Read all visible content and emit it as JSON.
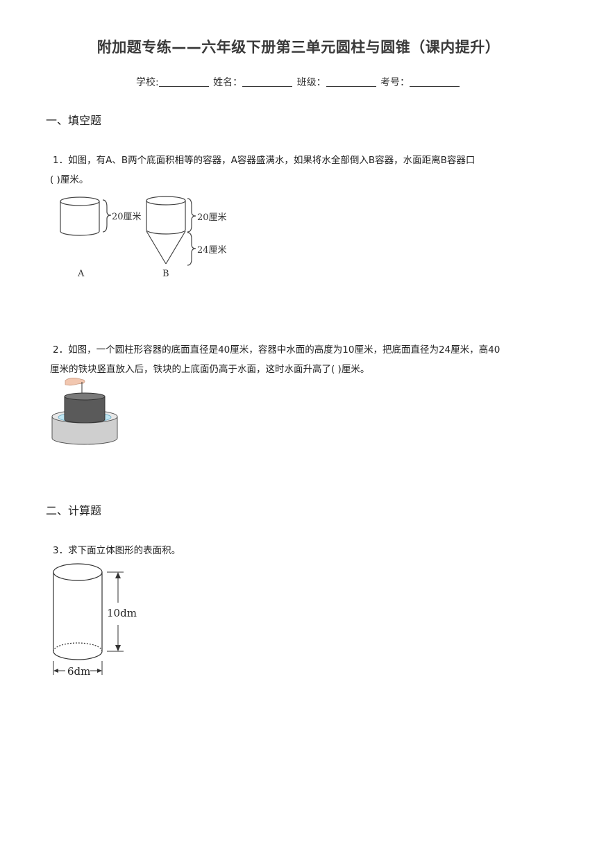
{
  "header": {
    "title": "附加题专练——六年级下册第三单元圆柱与圆锥（课内提升）",
    "school_label": "学校:",
    "name_label": "姓名：",
    "class_label": "班级：",
    "exam_no_label": "考号："
  },
  "sections": [
    {
      "heading": "一、填空题",
      "questions": [
        {
          "number": "1．",
          "text": "如图，有A、B两个底面积相等的容器，A容器盛满水，如果将水全部倒入B容器，水面距离B容器口",
          "text2": "(        )厘米。",
          "figure": {
            "label_a": "A",
            "label_b": "B",
            "a_height": "20厘米",
            "b_cyl_height": "20厘米",
            "b_cone_height": "24厘米"
          }
        },
        {
          "number": "2．",
          "text": "如图，一个圆柱形容器的底面直径是40厘米，容器中水面的高度为10厘米，把底面直径为24厘米，高40",
          "text2": "厘米的铁块竖直放入后，铁块的上底面仍高于水面，这时水面升高了(        )厘米。"
        }
      ]
    },
    {
      "heading": "二、计算题",
      "questions": [
        {
          "number": "3．",
          "text": "求下面立体图形的表面积。",
          "figure": {
            "height_label": "10dm",
            "diameter_label": "6dm"
          }
        }
      ]
    }
  ]
}
